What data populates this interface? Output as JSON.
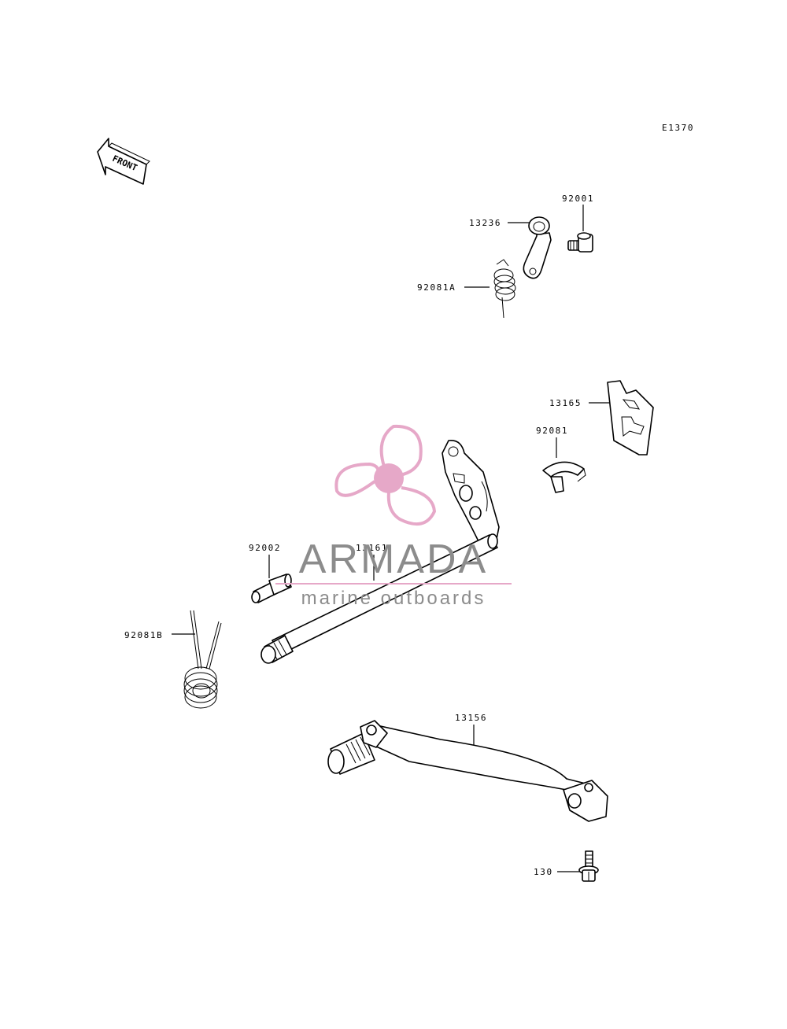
{
  "diagram": {
    "code": "E1370",
    "front_label": "FRONT",
    "parts": [
      {
        "id": "p92001",
        "label": "92001"
      },
      {
        "id": "p13236",
        "label": "13236"
      },
      {
        "id": "p92081A",
        "label": "92081A"
      },
      {
        "id": "p13165",
        "label": "13165"
      },
      {
        "id": "p92081",
        "label": "92081"
      },
      {
        "id": "p92002",
        "label": "92002"
      },
      {
        "id": "p13161",
        "label": "13161"
      },
      {
        "id": "p92081B",
        "label": "92081B"
      },
      {
        "id": "p13156",
        "label": "13156"
      },
      {
        "id": "p130",
        "label": "130"
      }
    ]
  },
  "watermark": {
    "name": "ARMADA",
    "tagline": "marine outboards",
    "colors": {
      "pink": "#e6a8c8",
      "gray": "#8c8c8c"
    }
  }
}
